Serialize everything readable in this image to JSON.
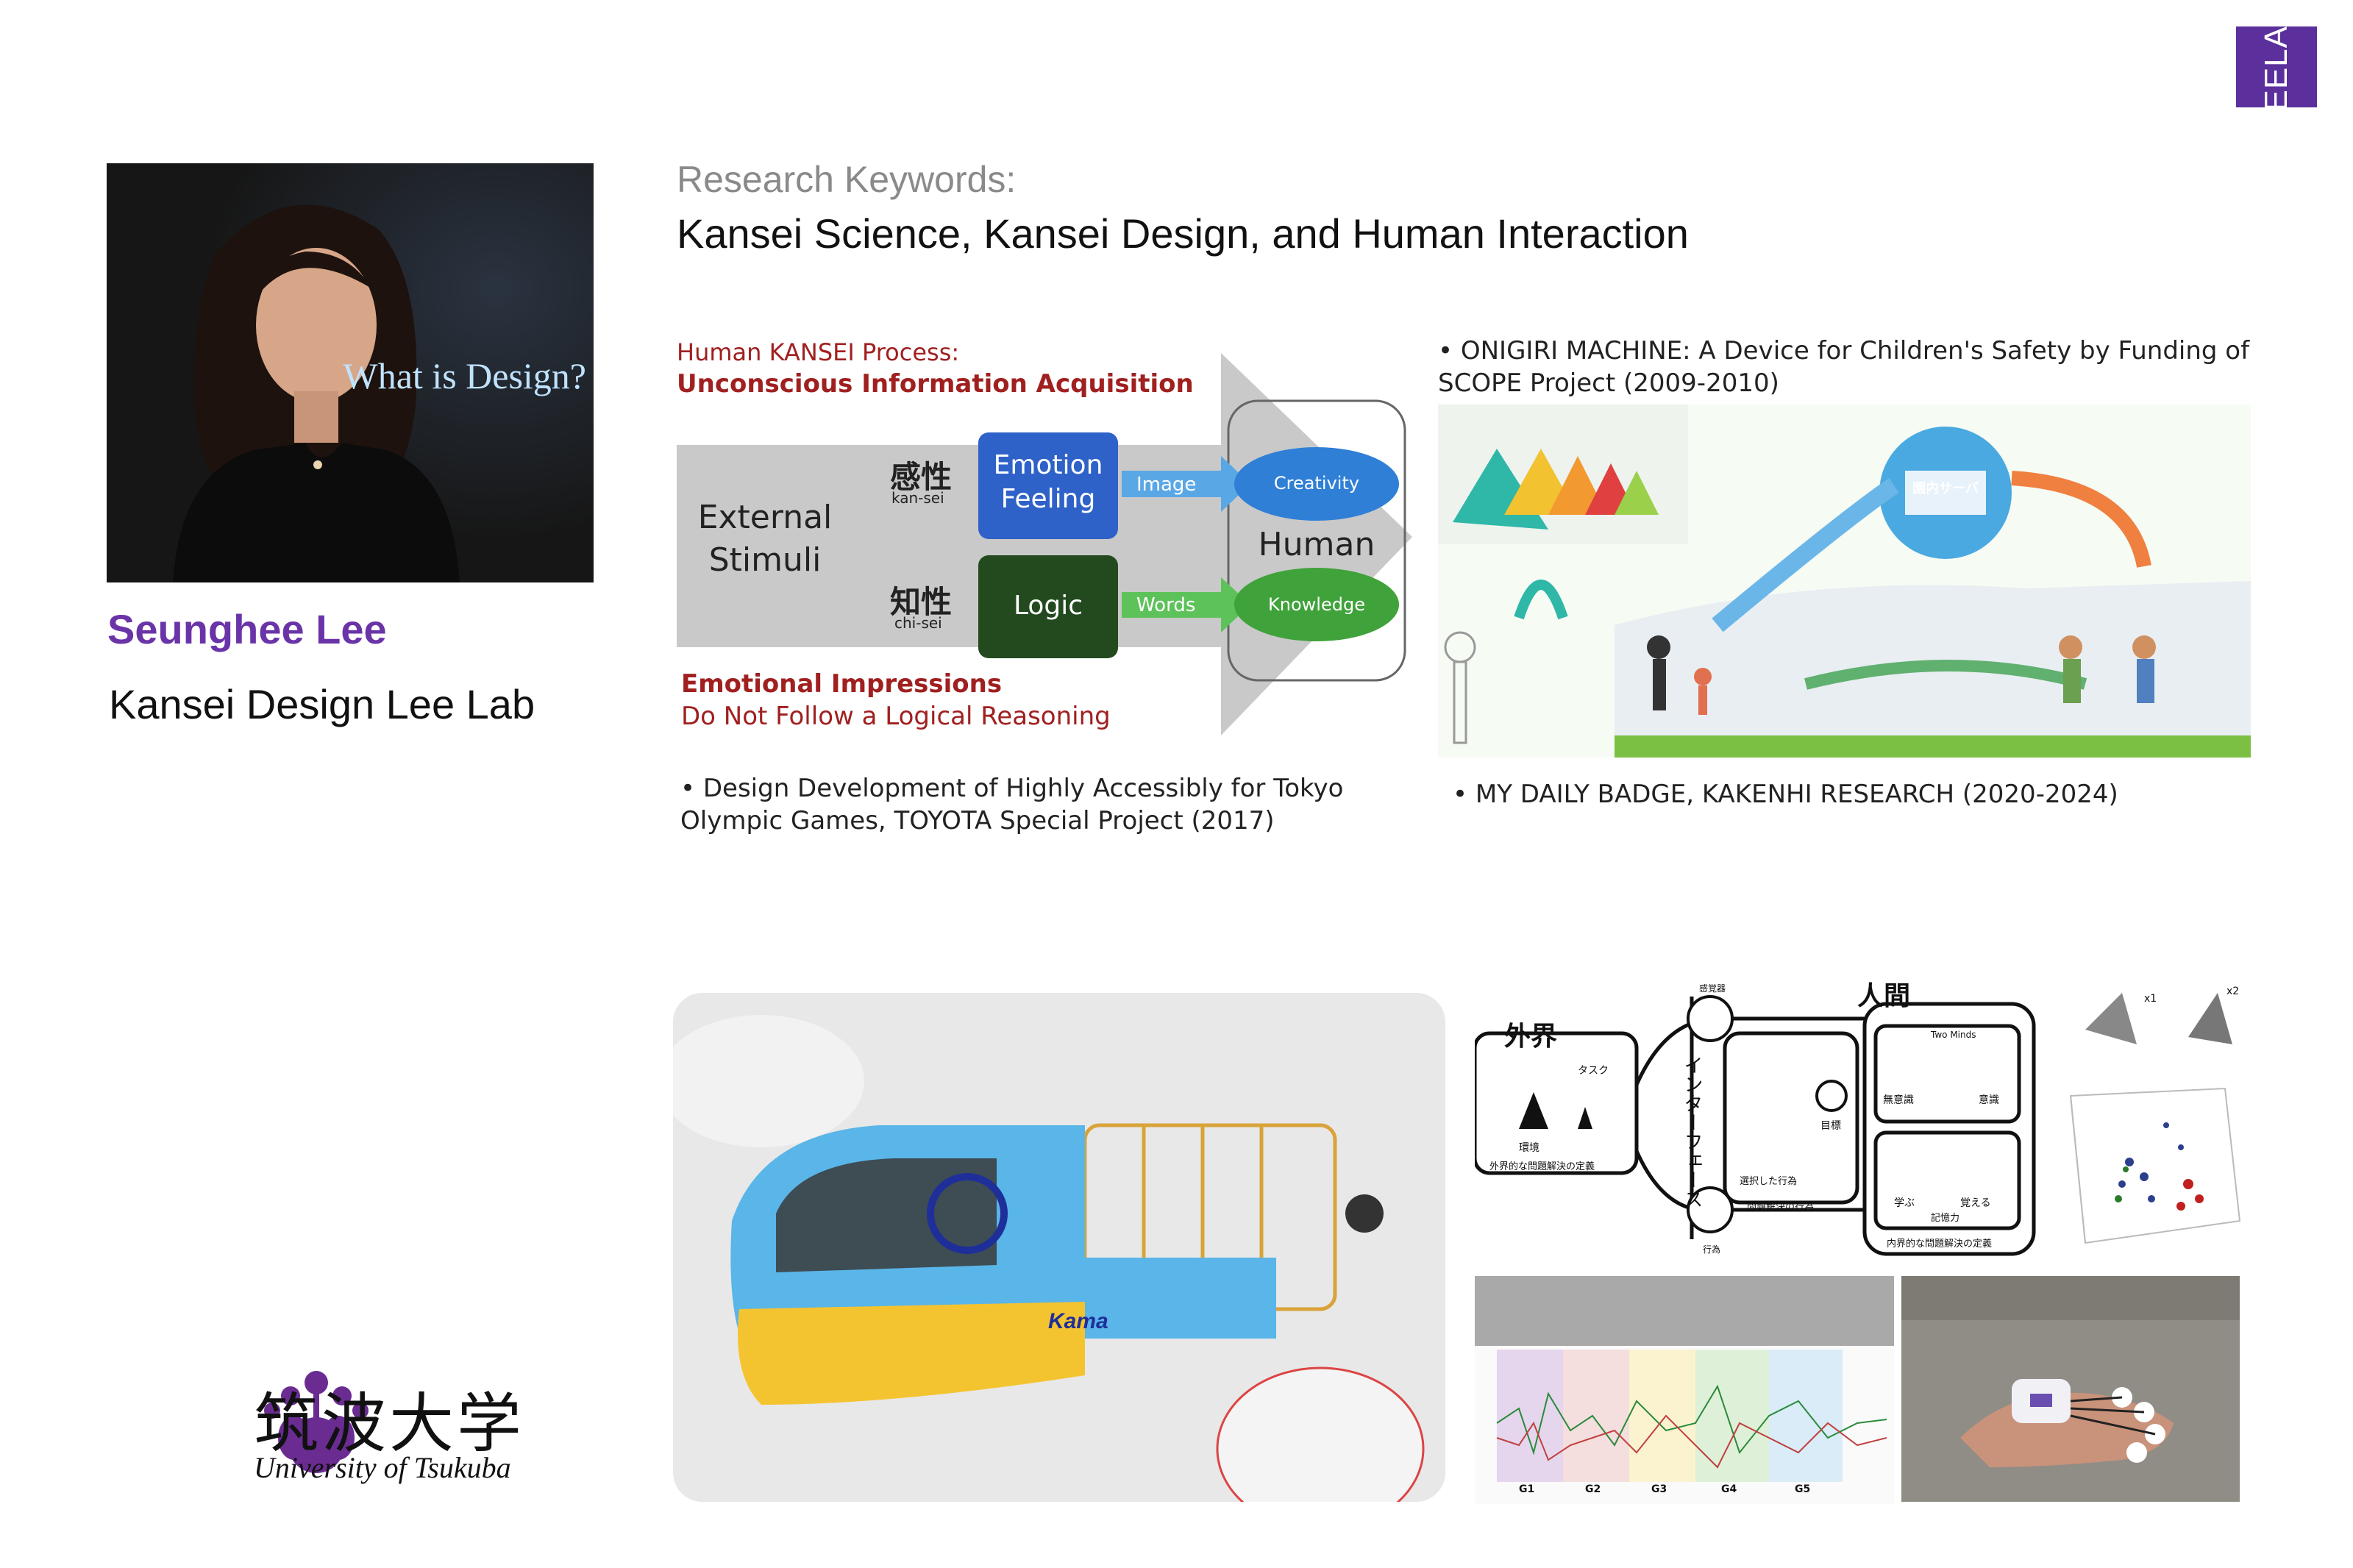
{
  "logo": {
    "lab_mark": "LEELAB"
  },
  "speaker": {
    "name": "Seunghee Lee",
    "lab": "Kansei Design Lee Lab",
    "photo_caption": "What is Design?"
  },
  "university": {
    "name_jp": "筑波大学",
    "name_en": "University of Tsukuba"
  },
  "keywords": {
    "label": "Research Keywords:",
    "text": "Kansei Science, Kansei Design, and Human Interaction"
  },
  "kansei_diagram": {
    "process_title": "Human KANSEI Process:",
    "process_subtitle": "Unconscious Information Acquisition",
    "external": "External Stimuli",
    "kansei_kanji": "感性",
    "kansei_reading": "kan-sei",
    "chisei_kanji": "知性",
    "chisei_reading": "chi-sei",
    "emotion_box": "Emotion Feeling",
    "logic_box": "Logic",
    "image_arrow": "Image",
    "words_arrow": "Words",
    "creativity": "Creativity",
    "knowledge": "Knowledge",
    "human": "Human",
    "emotional_title": "Emotional Impressions",
    "emotional_sub": "Do Not Follow a Logical Reasoning",
    "colors": {
      "red_text": "#a02020",
      "blue_box": "#2f62c8",
      "green_box": "#234a1f",
      "oval_blue": "#2f7fd6",
      "oval_green": "#3fa23a"
    }
  },
  "captions": {
    "olympic": "• Design Development of Highly Accessibly for Tokyo Olympic Games, TOYOTA Special Project (2017)",
    "onigiri": "• ONIGIRI MACHINE: A Device for Children's Safety by Funding of SCOPE Project (2009-2010)",
    "badge": "• MY DAILY BADGE, KAKENHI RESEARCH (2020-2024)"
  },
  "onigiri_panel": {
    "server_label": "園内サーバ"
  },
  "vehicle_panel": {
    "brand": "Kama"
  },
  "interaction_diagram": {
    "outside": "外界",
    "human": "人間",
    "interface": "インターフェース",
    "task": "タスク",
    "environment": "環境",
    "env_caption": "外界的な問題解決の定義",
    "two_minds": "Two Minds",
    "unconscious": "無意識",
    "conscious": "意識",
    "learn": "学ぶ",
    "remember": "覚える",
    "memory": "記憶力",
    "inner_caption": "内界的な問題解決の定義",
    "goal": "目標",
    "selected_action": "選択した行為",
    "problem_solving": "問題解決の行為",
    "perception": "感覚器",
    "action": "行為"
  },
  "scatter_3d": {
    "x1": "x1",
    "x2": "x2"
  },
  "gesture_chart": {
    "segments": [
      "G1",
      "G2",
      "G3",
      "G4",
      "G5"
    ]
  }
}
